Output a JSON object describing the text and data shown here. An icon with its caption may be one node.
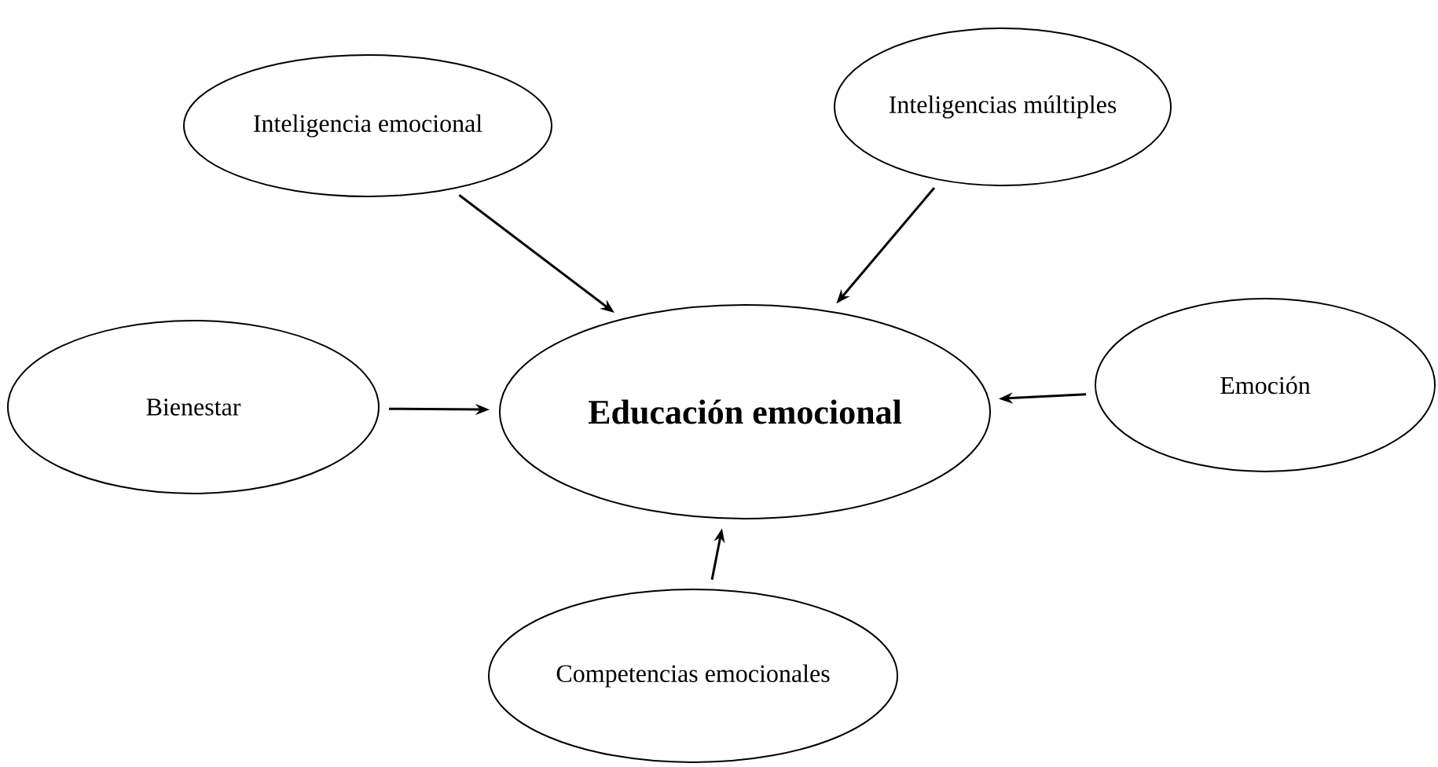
{
  "diagram": {
    "nodes": [
      {
        "text": [
          "Inteligencia emocional"
        ]
      },
      {
        "text": [
          "Inteligencias múltiples"
        ]
      },
      {
        "text": [
          "Bienestar"
        ]
      },
      {
        "text": [
          "Educación emocional"
        ]
      },
      {
        "text": [
          "Emoción"
        ]
      },
      {
        "text": [
          "Competencias emocionales"
        ]
      }
    ],
    "edges": [
      {
        "from": 0,
        "to": 3,
        "arrow": "to"
      },
      {
        "from": 1,
        "to": 3,
        "arrow": "to"
      },
      {
        "from": 2,
        "to": 3,
        "arrow": "to"
      },
      {
        "from": 4,
        "to": 3,
        "arrow": "to"
      },
      {
        "from": 5,
        "to": 3,
        "arrow": "to"
      }
    ]
  }
}
